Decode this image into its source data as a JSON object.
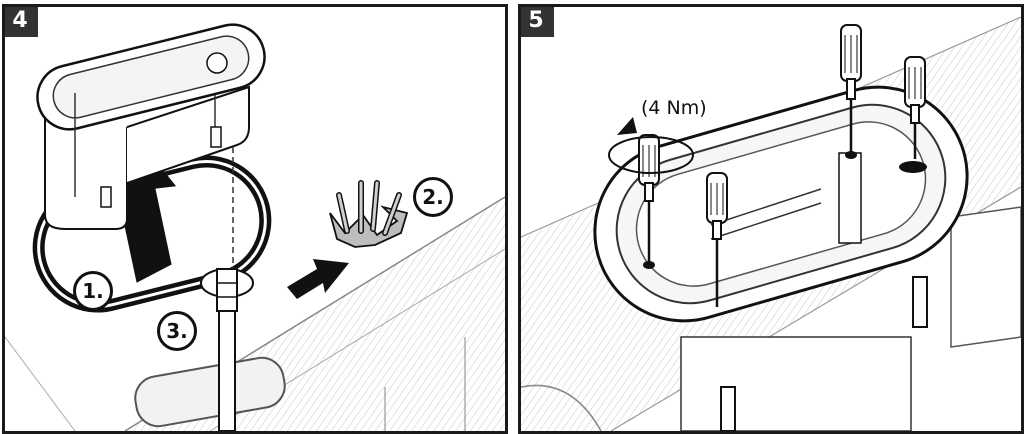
{
  "panels": [
    {
      "step": "4",
      "callouts": [
        "1.",
        "2.",
        "3."
      ]
    },
    {
      "step": "5",
      "torque_label": "(4 Nm)"
    }
  ]
}
